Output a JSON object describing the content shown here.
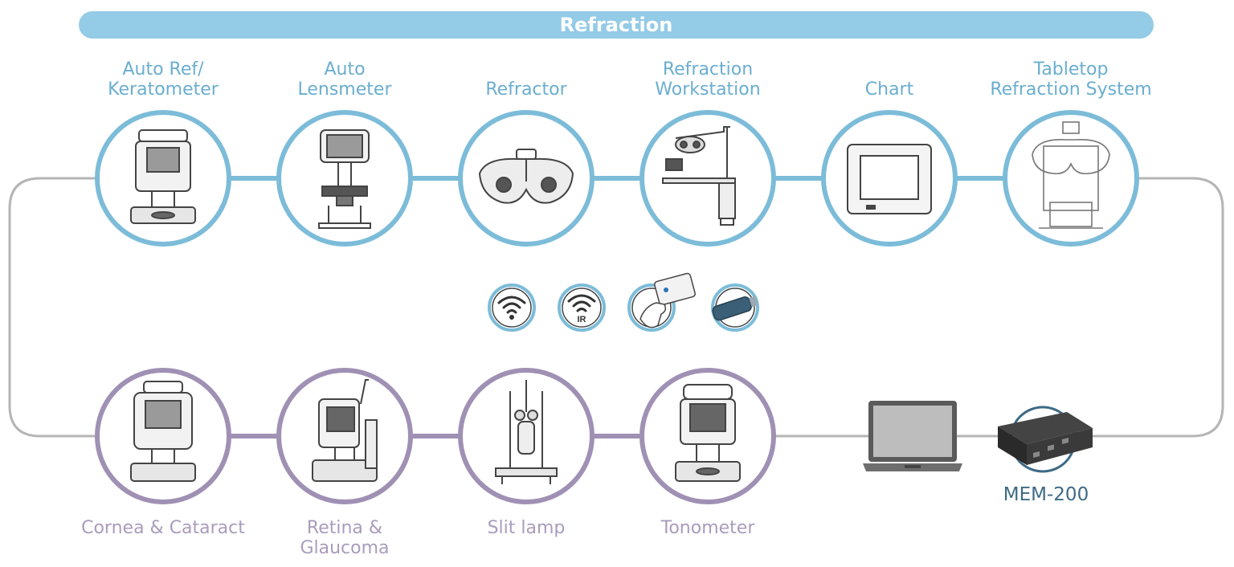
{
  "banner": {
    "title": "Refraction"
  },
  "top_devices": [
    {
      "label_lines": [
        "Auto Ref/",
        "Keratometer"
      ],
      "icon": "auto-ref-keratometer-icon"
    },
    {
      "label_lines": [
        "Auto",
        "Lensmeter"
      ],
      "icon": "auto-lensmeter-icon"
    },
    {
      "label_lines": [
        "Refractor"
      ],
      "icon": "refractor-icon"
    },
    {
      "label_lines": [
        "Refraction",
        "Workstation"
      ],
      "icon": "refraction-workstation-icon"
    },
    {
      "label_lines": [
        "Chart"
      ],
      "icon": "chart-icon"
    },
    {
      "label_lines": [
        "Tabletop",
        "Refraction System"
      ],
      "icon": "tabletop-refraction-system-icon"
    }
  ],
  "bottom_devices": [
    {
      "label_lines": [
        "Cornea & Cataract"
      ],
      "icon": "cornea-cataract-device-icon"
    },
    {
      "label_lines": [
        "Retina &",
        "Glaucoma"
      ],
      "icon": "retina-glaucoma-device-icon"
    },
    {
      "label_lines": [
        "Slit lamp"
      ],
      "icon": "slit-lamp-icon"
    },
    {
      "label_lines": [
        "Tonometer"
      ],
      "icon": "tonometer-icon"
    }
  ],
  "connectivity_icons": [
    "wifi-icon",
    "ir-icon",
    "card-reader-icon",
    "usb-stick-icon"
  ],
  "ir_text": "IR",
  "laptop": {
    "icon": "laptop-icon"
  },
  "mem": {
    "label": "MEM-200",
    "icon": "mem-200-hub-icon"
  },
  "colors": {
    "banner": "#94cbe6",
    "top_ring": "#7cbcd9",
    "bottom_ring": "#9f90b4",
    "loop_line": "#b5b5b5",
    "top_text": "#6aaed0",
    "bottom_text": "#a99cbc",
    "mem_text": "#3d6a85"
  }
}
